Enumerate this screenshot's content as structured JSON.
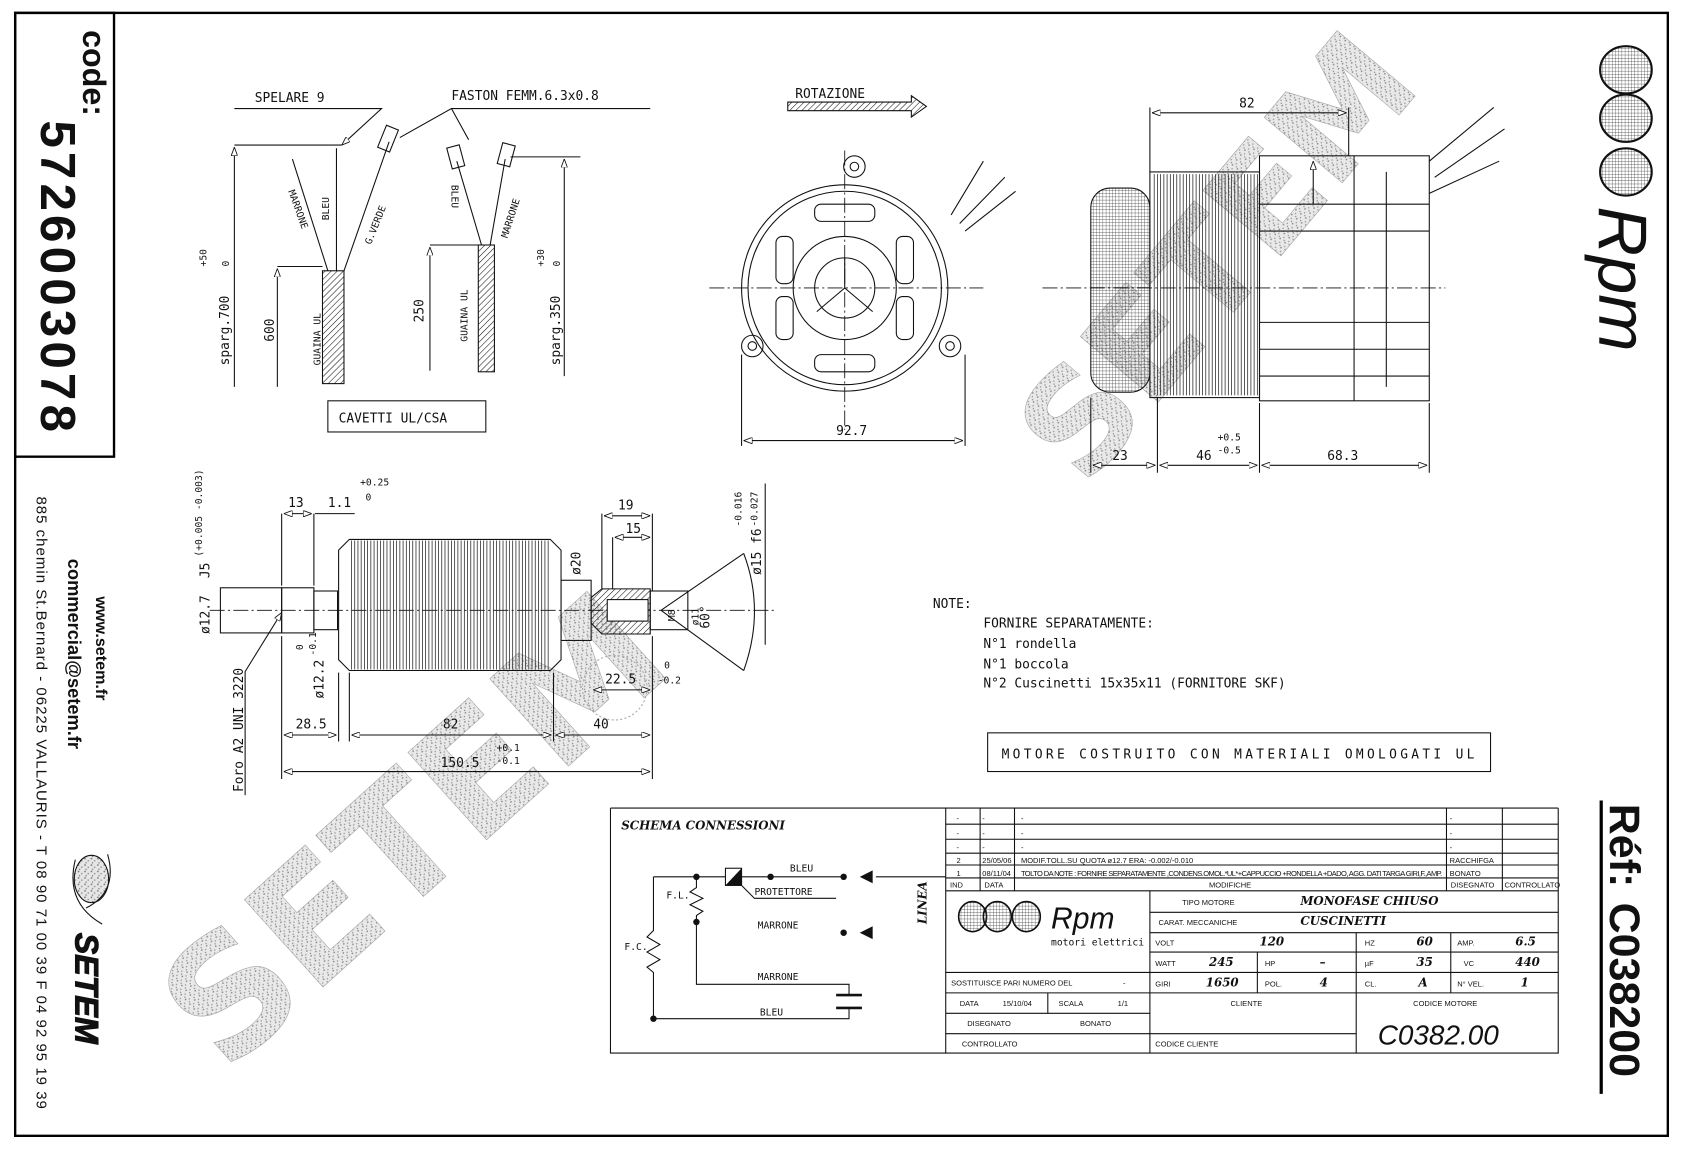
{
  "left_panel": {
    "code_label": "code:",
    "code": "5726003078",
    "website": "www.setem.fr",
    "email": "commercial@setem.fr",
    "address": "885 chemin St.Bernard  -  06225 VALLAURIS  -  T 08 90 71 00 39   F 04 92 95 19 39",
    "logo_text": "SETEM"
  },
  "right_panel": {
    "brand": "Rpm",
    "ref_label": "Réf:",
    "ref": "C038200"
  },
  "watermark": "SETEM",
  "cables": {
    "strip_label": "SPELARE 9",
    "faston_label": "FASTON FEMM.6.3x0.8",
    "wire_brown": "MARRONE",
    "wire_blue": "BLEU",
    "wire_green": "G.VERDE",
    "sheath": "GUAINA UL",
    "sparg_700": "sparg.700",
    "sparg_700_tol_up": "+50",
    "sparg_700_tol_low": "0",
    "len_600": "600",
    "len_250": "250",
    "sparg_350": "sparg.350",
    "sparg_350_tol_up": "+30",
    "sparg_350_tol_low": "0",
    "box_label": "CAVETTI UL/CSA"
  },
  "front_view": {
    "rotation_label": "ROTAZIONE",
    "dim_width": "92.7"
  },
  "side_view": {
    "dim_top": "82",
    "dim_a": "23",
    "dim_b": "46",
    "dim_b_tol_up": "+0.5",
    "dim_b_tol_low": "-0.5",
    "dim_c": "68.3"
  },
  "rotor": {
    "d13": "13",
    "d1_1": "1.1",
    "d1_1_tol_up": "+0.25",
    "d1_1_tol_low": "0",
    "d19": "19",
    "d15": "15",
    "dia20": "ø20",
    "dia12_7": "ø12.7",
    "j5": "J5",
    "j5_tol": "(+0.005 -0.003)",
    "dia12_2": "ø12.2",
    "dia12_2_tol_up": "0",
    "dia12_2_tol_low": "-0.1",
    "foro": "Foro A2 UNI 3220",
    "dia15": "ø15 f6",
    "dia15_tol_up": "-0.016",
    "dia15_tol_low": "-0.027",
    "angle": "60°",
    "thread": "M8",
    "dia11": "ø11",
    "d22_5": "22.5",
    "d22_5_tol_up": "0",
    "d22_5_tol_low": "-0.2",
    "d28_5": "28.5",
    "d82": "82",
    "d40": "40",
    "total": "150.5",
    "total_tol_up": "+0.1",
    "total_tol_low": "-0.1"
  },
  "notes": {
    "title": "NOTE:",
    "lines": [
      "FORNIRE SEPARATAMENTE:",
      "N°1 rondella",
      "N°1 boccola",
      "N°2 Cuscinetti 15x35x11 (FORNITORE SKF)"
    ],
    "ul_box": "MOTORE COSTRUITO CON MATERIALI OMOLOGATI UL"
  },
  "schema": {
    "title": "SCHEMA CONNESSIONI",
    "blue_top": "BLEU",
    "protector": "PROTETTORE",
    "brown_mid": "MARRONE",
    "brown_low": "MARRONE",
    "blue_low": "BLEU",
    "fl": "F.L.",
    "fc": "F.C.",
    "line": "LINEA"
  },
  "title_block": {
    "mods": [
      {
        "ind": "-",
        "date": "-",
        "desc": "-",
        "by": "-",
        "ctrl": ""
      },
      {
        "ind": "-",
        "date": "-",
        "desc": "-",
        "by": "-",
        "ctrl": ""
      },
      {
        "ind": "-",
        "date": "-",
        "desc": "-",
        "by": "-",
        "ctrl": ""
      },
      {
        "ind": "2",
        "date": "25/05/06",
        "desc": "MODIF.TOLL.SU QUOTA  ø12.7 ERA: -0.002/-0.010",
        "by": "RACCHIFGA",
        "ctrl": ""
      },
      {
        "ind": "1",
        "date": "08/11/04",
        "desc": "TOLTO DA NOTE : FORNIRE SEPARATAMENTE ,CONDENS.OMOL.*UL*+CAPPUCCIO +RONDELLA +DADO, AGG. DATI TARGA GIRI,F.,AMP.",
        "by": "BONATO",
        "ctrl": ""
      }
    ],
    "header": {
      "ind": "IND",
      "date": "DATA",
      "desc": "MODIFICHE",
      "by": "DISEGNATO",
      "ctrl": "CONTROLLATO"
    },
    "logo_brand": "Rpm",
    "logo_sub": "motori elettrici",
    "tipo_motore_label": "TIPO MOTORE",
    "tipo_motore": "MONOFASE CHIUSO",
    "carat_label": "CARAT. MECCANICHE",
    "carat": "CUSCINETTI",
    "volt_label": "VOLT",
    "volt": "120",
    "hz_label": "HZ",
    "hz": "60",
    "amp_label": "AMP.",
    "amp": "6.5",
    "watt_label": "WATT",
    "watt": "245",
    "hp_label": "HP",
    "hp": "–",
    "uf_label": "µF",
    "uf": "35",
    "vc_label": "VC",
    "vc": "440",
    "giri_label": "GIRI",
    "giri": "1650",
    "pol_label": "POL.",
    "pol": "4",
    "cl_label": "CL.",
    "cl": "A",
    "nvel_label": "N° VEL.",
    "nvel": "1",
    "sostituisce_label": "SOSTITUISCE PARI NUMERO DEL",
    "sostituisce": "-",
    "data_label": "DATA",
    "data": "15/10/04",
    "scala_label": "SCALA",
    "scala": "1/1",
    "disegnato_label": "DISEGNATO",
    "disegnato": "BONATO",
    "controllato_label": "CONTROLLATO",
    "cliente_label": "CLIENTE",
    "codice_cliente_label": "CODICE CLIENTE",
    "codice_motore_label": "CODICE MOTORE",
    "codice_motore": "C0382.00"
  }
}
